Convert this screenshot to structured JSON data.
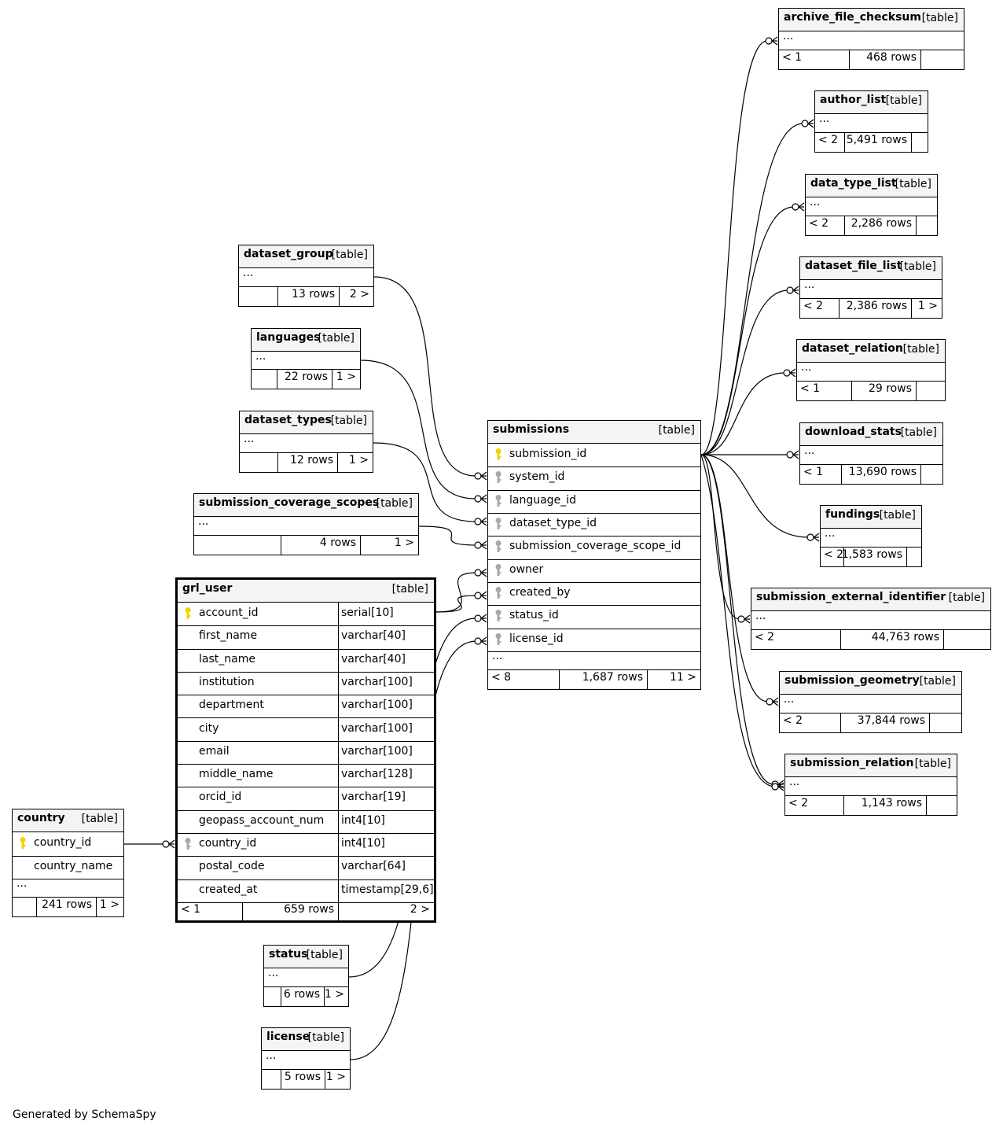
{
  "table_tag": "[table]",
  "ellipsis": "...",
  "footer_text": "Generated by SchemaSpy",
  "colors": {
    "header_bg": "#f4f4f4",
    "primary_key": "#f2d200",
    "foreign_key": "#a8a8a8",
    "line": "#000000"
  },
  "tables": {
    "archive_file_checksum": {
      "name": "archive_file_checksum",
      "parents": "< 1",
      "rows": "468 rows",
      "children": ""
    },
    "author_list": {
      "name": "author_list",
      "parents": "< 2",
      "rows": "5,491 rows",
      "children": ""
    },
    "data_type_list": {
      "name": "data_type_list",
      "parents": "< 2",
      "rows": "2,286 rows",
      "children": ""
    },
    "dataset_file_list": {
      "name": "dataset_file_list",
      "parents": "< 2",
      "rows": "2,386 rows",
      "children": "1 >"
    },
    "dataset_relation": {
      "name": "dataset_relation",
      "parents": "< 1",
      "rows": "29 rows",
      "children": ""
    },
    "download_stats": {
      "name": "download_stats",
      "parents": "< 1",
      "rows": "13,690 rows",
      "children": ""
    },
    "fundings": {
      "name": "fundings",
      "parents": "< 2",
      "rows": "1,583 rows",
      "children": ""
    },
    "submission_external_identifier": {
      "name": "submission_external_identifier",
      "parents": "< 2",
      "rows": "44,763 rows",
      "children": ""
    },
    "submission_geometry": {
      "name": "submission_geometry",
      "parents": "< 2",
      "rows": "37,844 rows",
      "children": ""
    },
    "submission_relation": {
      "name": "submission_relation",
      "parents": "< 2",
      "rows": "1,143 rows",
      "children": ""
    },
    "dataset_group": {
      "name": "dataset_group",
      "parents": "",
      "rows": "13 rows",
      "children": "2 >"
    },
    "languages": {
      "name": "languages",
      "parents": "",
      "rows": "22 rows",
      "children": "1 >"
    },
    "dataset_types": {
      "name": "dataset_types",
      "parents": "",
      "rows": "12 rows",
      "children": "1 >"
    },
    "submission_coverage_scopes": {
      "name": "submission_coverage_scopes",
      "parents": "",
      "rows": "4 rows",
      "children": "1 >"
    },
    "status": {
      "name": "status",
      "parents": "",
      "rows": "6 rows",
      "children": "1 >"
    },
    "license": {
      "name": "license",
      "parents": "",
      "rows": "5 rows",
      "children": "1 >"
    },
    "submissions": {
      "name": "submissions",
      "parents": "< 8",
      "rows": "1,687 rows",
      "children": "11 >",
      "columns": [
        {
          "name": "submission_id",
          "key": "primary"
        },
        {
          "name": "system_id",
          "key": "foreign"
        },
        {
          "name": "language_id",
          "key": "foreign"
        },
        {
          "name": "dataset_type_id",
          "key": "foreign"
        },
        {
          "name": "submission_coverage_scope_id",
          "key": "foreign"
        },
        {
          "name": "owner",
          "key": "foreign"
        },
        {
          "name": "created_by",
          "key": "foreign"
        },
        {
          "name": "status_id",
          "key": "foreign"
        },
        {
          "name": "license_id",
          "key": "foreign"
        }
      ]
    },
    "grl_user": {
      "name": "grl_user",
      "parents": "< 1",
      "rows": "659 rows",
      "children": "2 >",
      "columns": [
        {
          "name": "account_id",
          "type": "serial[10]",
          "key": "primary"
        },
        {
          "name": "first_name",
          "type": "varchar[40]",
          "key": ""
        },
        {
          "name": "last_name",
          "type": "varchar[40]",
          "key": ""
        },
        {
          "name": "institution",
          "type": "varchar[100]",
          "key": ""
        },
        {
          "name": "department",
          "type": "varchar[100]",
          "key": ""
        },
        {
          "name": "city",
          "type": "varchar[100]",
          "key": ""
        },
        {
          "name": "email",
          "type": "varchar[100]",
          "key": ""
        },
        {
          "name": "middle_name",
          "type": "varchar[128]",
          "key": ""
        },
        {
          "name": "orcid_id",
          "type": "varchar[19]",
          "key": ""
        },
        {
          "name": "geopass_account_num",
          "type": "int4[10]",
          "key": ""
        },
        {
          "name": "country_id",
          "type": "int4[10]",
          "key": "foreign"
        },
        {
          "name": "postal_code",
          "type": "varchar[64]",
          "key": ""
        },
        {
          "name": "created_at",
          "type": "timestamp[29,6]",
          "key": ""
        }
      ]
    },
    "country": {
      "name": "country",
      "parents": "",
      "rows": "241 rows",
      "children": "1 >",
      "columns": [
        {
          "name": "country_id",
          "key": "primary"
        },
        {
          "name": "country_name",
          "key": ""
        }
      ]
    }
  }
}
